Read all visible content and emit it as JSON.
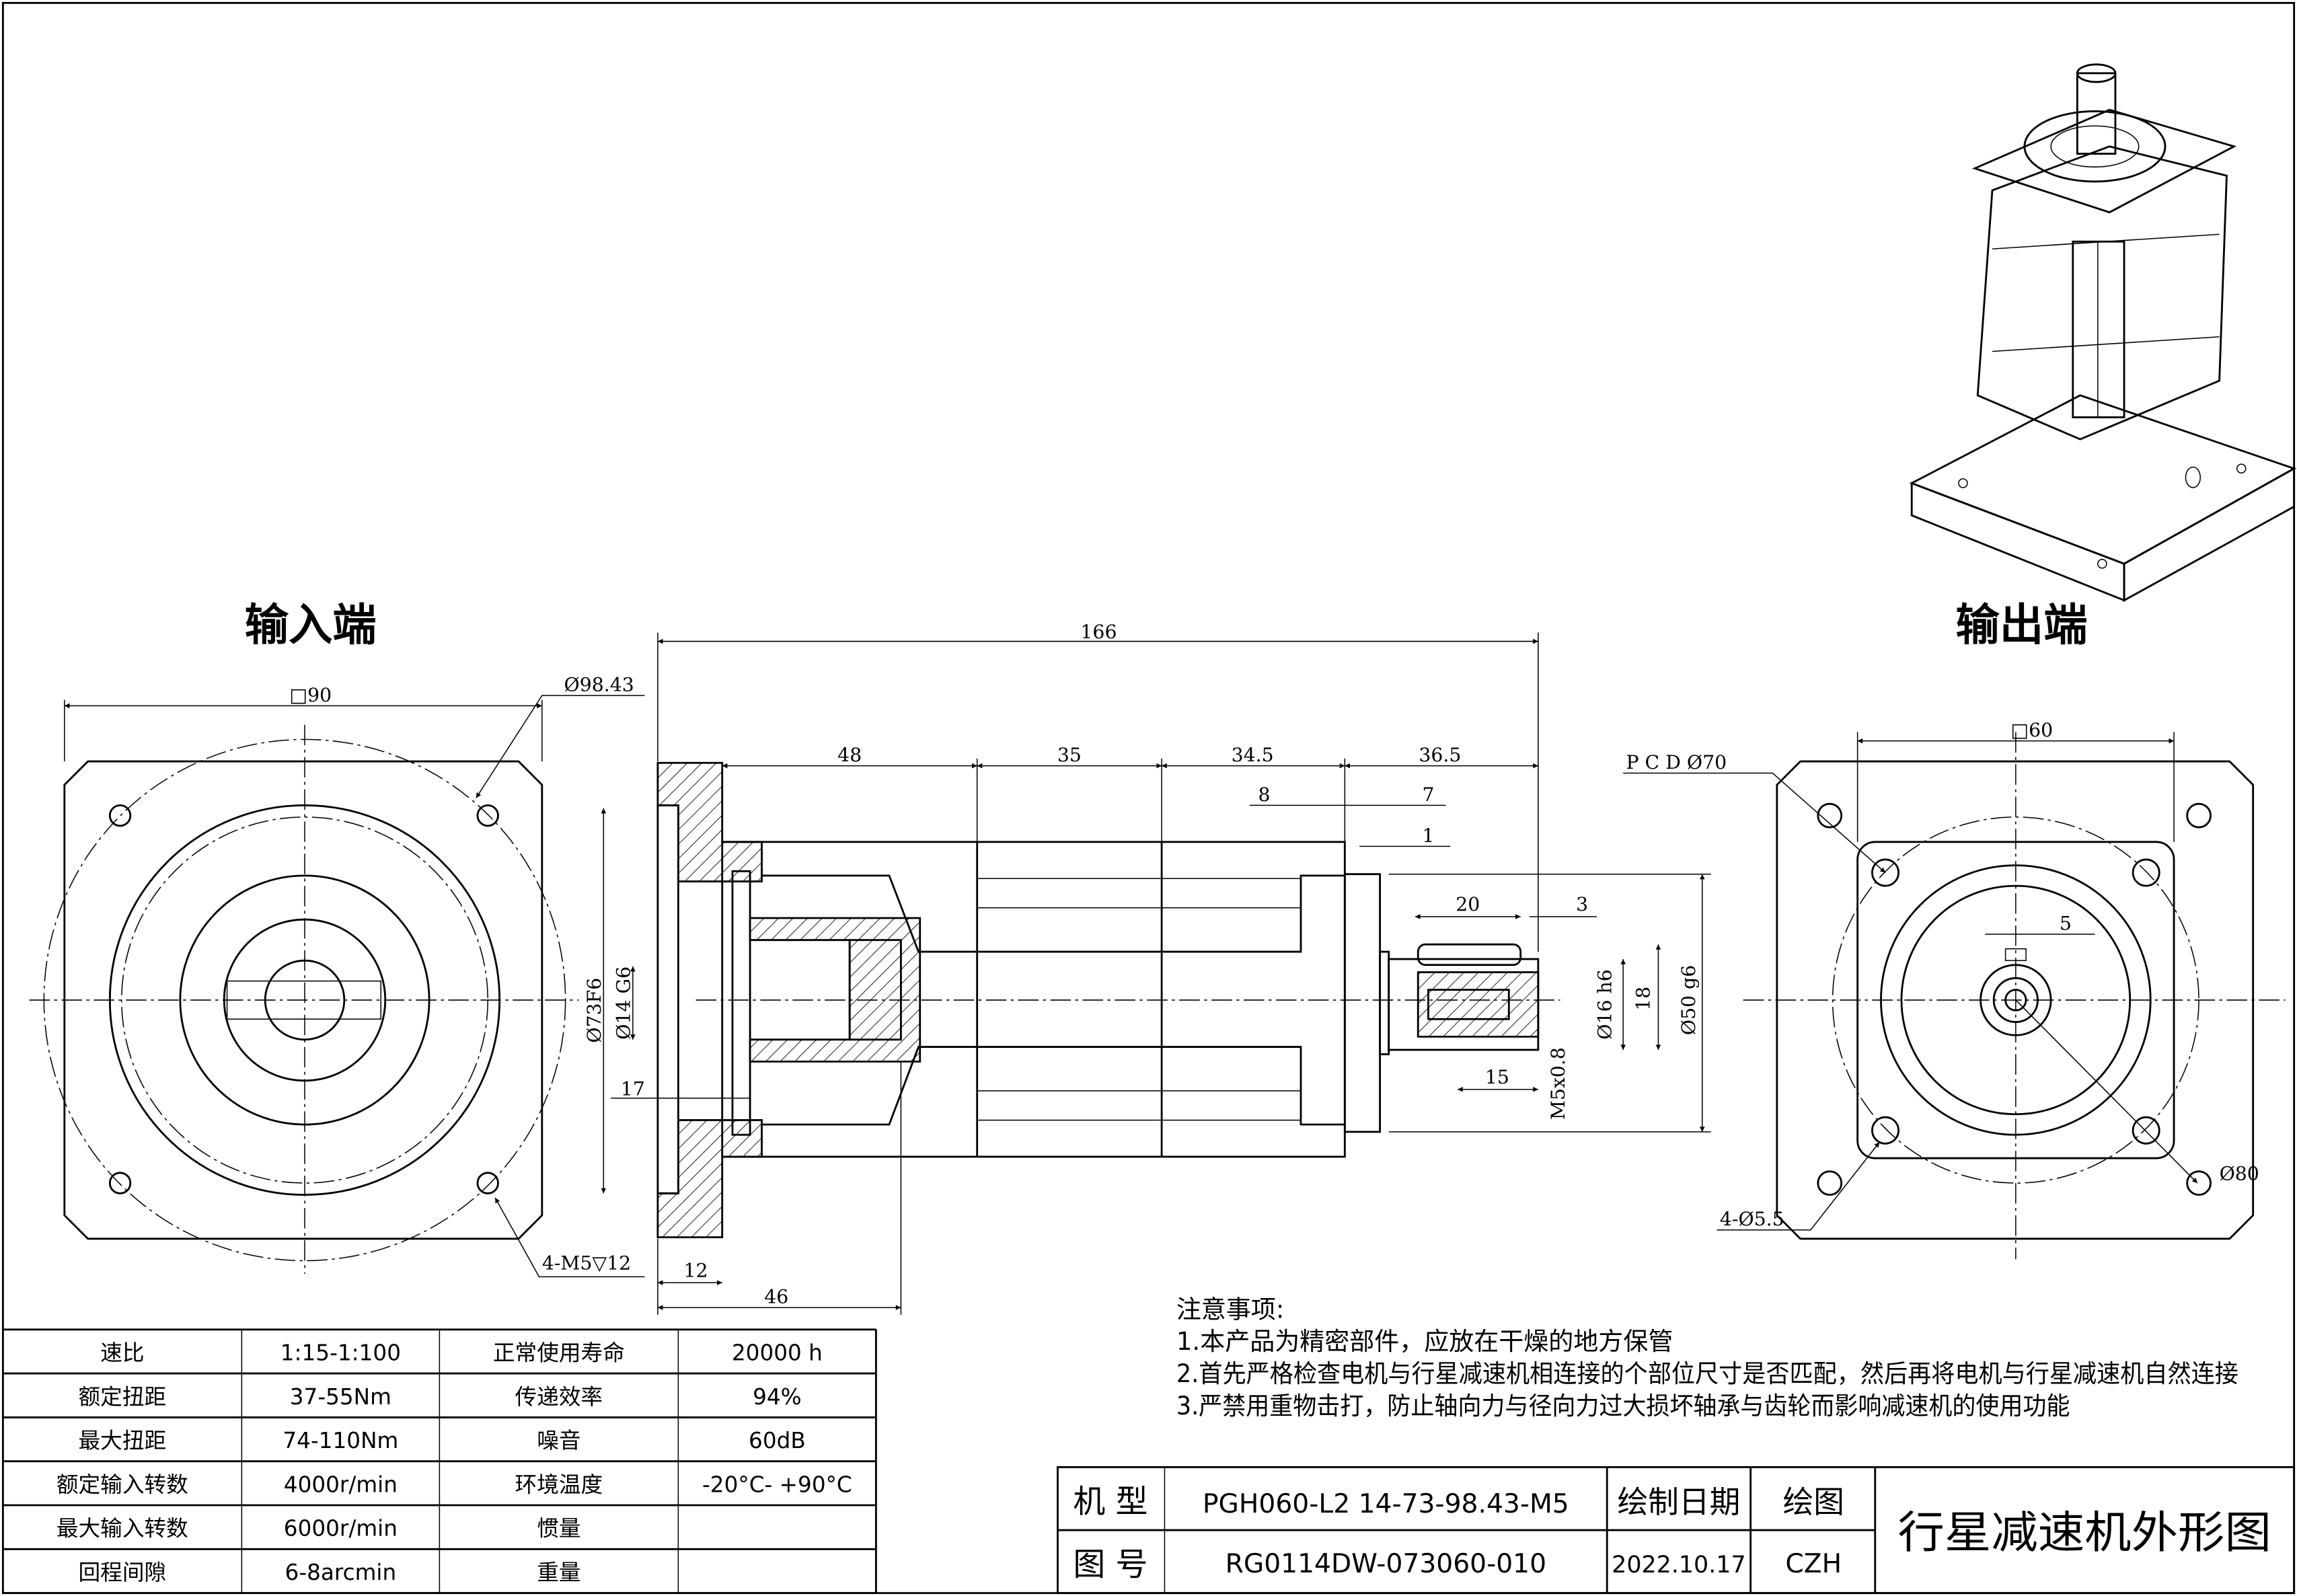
{
  "views": {
    "input_label": "输入端",
    "output_label": "输出端"
  },
  "input_view": {
    "square": "□90",
    "bolt_circle": "Ø98.43",
    "thread": "4-M5▽12"
  },
  "side_view": {
    "overall": "166",
    "seg1": "48",
    "seg2": "35",
    "seg3": "34.5",
    "seg4": "36.5",
    "d8": "8",
    "d7": "7",
    "d1": "1",
    "pilot": "Ø73F6",
    "bore": "Ø14 G6",
    "d17": "17",
    "d12": "12",
    "d46": "46",
    "key_len": "20",
    "key_off": "3",
    "thread_depth": "15",
    "shaft_dia": "Ø16 h6",
    "key_height": "18",
    "spigot": "Ø50 g6",
    "center_thread": "M5x0.8"
  },
  "output_view": {
    "square": "□60",
    "pcd": "P C D Ø70",
    "key_width": "5",
    "outer": "Ø80",
    "holes": "4-Ø5.5"
  },
  "specs": [
    [
      "速比",
      "1:15-1:100",
      "正常使用寿命",
      "20000 h"
    ],
    [
      "额定扭距",
      "37-55Nm",
      "传递效率",
      "94%"
    ],
    [
      "最大扭距",
      "74-110Nm",
      "噪音",
      "60dB"
    ],
    [
      "额定输入转数",
      "4000r/min",
      "环境温度",
      "-20°C- +90°C"
    ],
    [
      "最大输入转数",
      "6000r/min",
      "惯量",
      ""
    ],
    [
      "回程间隙",
      "6-8arcmin",
      "重量",
      ""
    ]
  ],
  "notes": {
    "title": "注意事项:",
    "lines": [
      "1.本产品为精密部件，应放在干燥的地方保管",
      "2.首先严格检查电机与行星减速机相连接的个部位尺寸是否匹配，然后再将电机与行星减速机自然连接",
      "3.严禁用重物击打，防止轴向力与径向力过大损坏轴承与齿轮而影响减速机的使用功能"
    ]
  },
  "title_block": {
    "model_label": "机  型",
    "model": "PGH060-L2 14-73-98.43-M5",
    "drawing_no_label": "图  号",
    "drawing_no": "RG0114DW-073060-010",
    "date_label": "绘制日期",
    "date": "2022.10.17",
    "drawer_label": "绘图",
    "drawer": "CZH",
    "title": "行星减速机外形图"
  }
}
